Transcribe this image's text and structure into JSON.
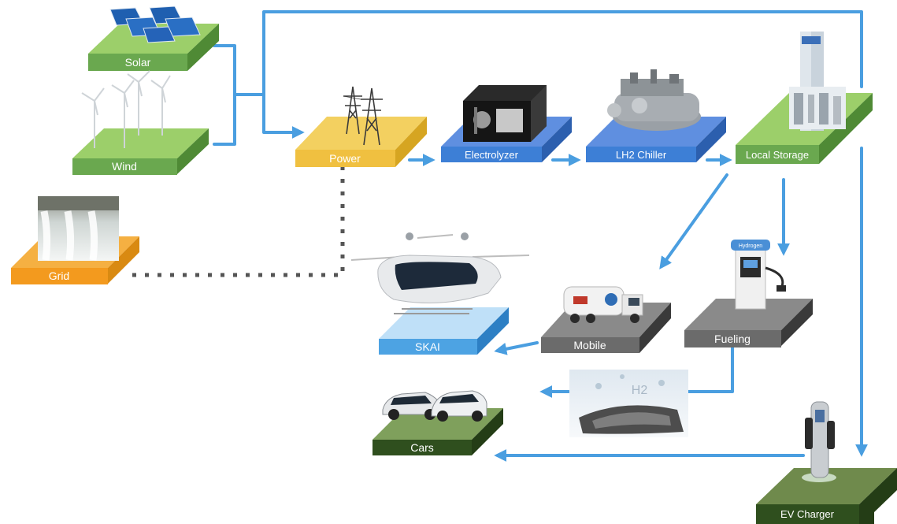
{
  "colors": {
    "flow_arrow": "#4a9ee0",
    "dotted_link": "#555555",
    "green_top": "#9ccf6a",
    "green_front": "#6aa84f",
    "green_side": "#4f8a35",
    "dark_green": "#2f4f1e",
    "gold": "#f0c040",
    "orange": "#f39a1e",
    "blue": "#3d7fd6",
    "light_blue": "#4da3e3",
    "gray": "#6b6b6b",
    "dark_gray": "#3a3a3a"
  },
  "nodes": {
    "solar": {
      "label": "Solar",
      "icon": "solar-panel-icon"
    },
    "wind": {
      "label": "Wind",
      "icon": "wind-turbine-icon"
    },
    "grid": {
      "label": "Grid",
      "icon": "hydro-dam-icon"
    },
    "power": {
      "label": "Power",
      "icon": "power-pylon-icon"
    },
    "electrolyzer": {
      "label": "Electrolyzer",
      "icon": "electrolyzer-icon"
    },
    "lh2_chiller": {
      "label": "LH2 Chiller",
      "icon": "chiller-icon"
    },
    "local_storage": {
      "label": "Local Storage",
      "icon": "storage-tank-icon"
    },
    "skai": {
      "label": "SKAI",
      "icon": "air-taxi-icon"
    },
    "mobile": {
      "label": "Mobile",
      "icon": "tanker-truck-icon"
    },
    "fueling": {
      "label": "Fueling",
      "icon": "hydrogen-pump-icon"
    },
    "cars": {
      "label": "Cars",
      "icon": "cars-icon"
    },
    "ev_charger": {
      "label": "EV Charger",
      "icon": "ev-charger-icon"
    },
    "nozzle": {
      "icon": "fuel-nozzle-icon",
      "badge": "H2"
    },
    "hydrogen_sign": {
      "text": "Hydrogen"
    }
  }
}
